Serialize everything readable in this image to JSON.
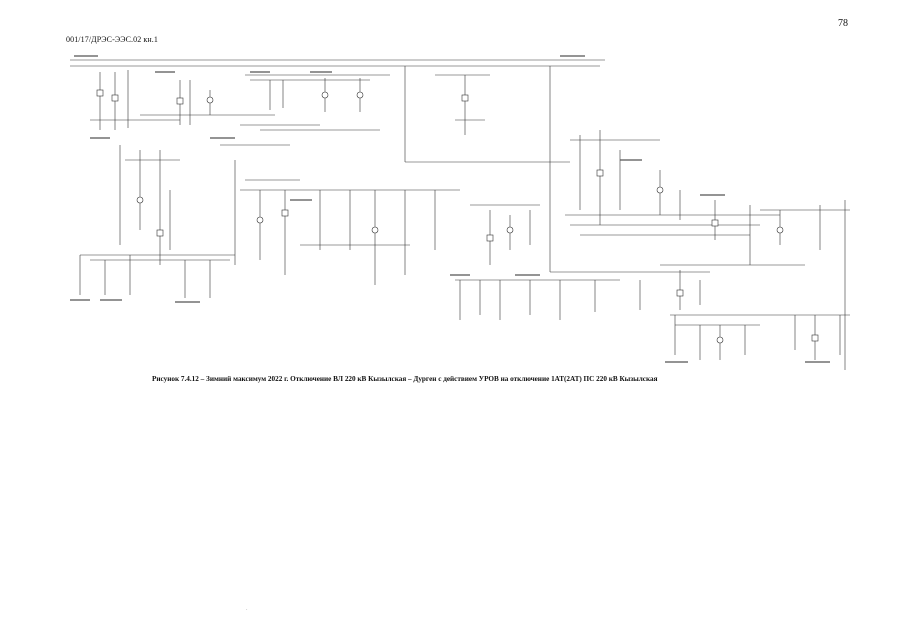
{
  "page": {
    "page_number": "78",
    "document_code": "001/17/ДРЭС-ЭЭС.02  кн.1",
    "caption": "Рисунок 7.4.12 – Зимний максимум 2022 г. Отключение ВЛ 220 кВ Кызылская – Дурген с действием УРОВ на отключение 1АТ(2АТ) ПС 220 кВ Кызылская",
    "stray_mark": "."
  },
  "diagram": {
    "type": "single-line power grid schematic",
    "stroke_color": "#333333",
    "note": ""
  }
}
